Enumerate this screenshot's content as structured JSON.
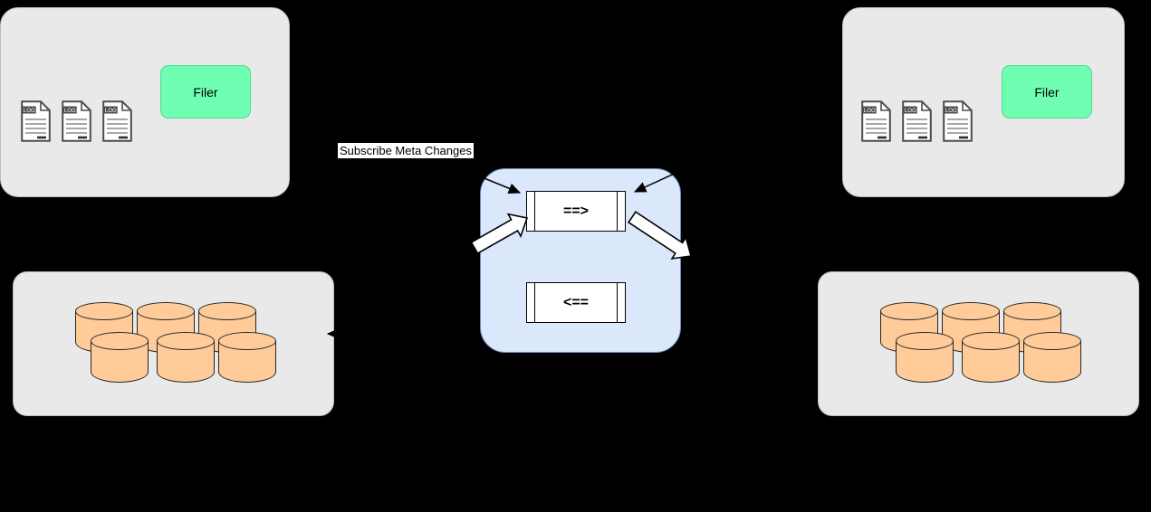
{
  "annotations": {
    "subscribe_label": "Subscribe Meta Changes"
  },
  "left_cluster": {
    "filer_label": "Filer",
    "log_file_count": 3
  },
  "right_cluster": {
    "filer_label": "Filer",
    "log_file_count": 3
  },
  "left_store": {
    "cylinder_count": 6
  },
  "right_store": {
    "cylinder_count": 6
  },
  "center_hub": {
    "forward_label": "==>",
    "backward_label": "<=="
  },
  "icons": {
    "log_label": "LOG",
    "log_icon": "log-file-icon",
    "database_icon": "database-cylinder-icon"
  },
  "colors": {
    "background": "#000000",
    "cluster_fill": "#e9e9e9",
    "cluster_border": "#bdbdbd",
    "filer_fill": "#70ffb2",
    "filer_border": "#53d890",
    "hub_fill": "#dbe8fc",
    "hub_border": "#6c8ebf",
    "pipe_fill": "#ffffff",
    "pipe_border": "#000000",
    "cylinder_fill": "#ffcc99",
    "cylinder_border": "#262626",
    "label_bg": "#ffffff",
    "label_text": "#000000"
  }
}
